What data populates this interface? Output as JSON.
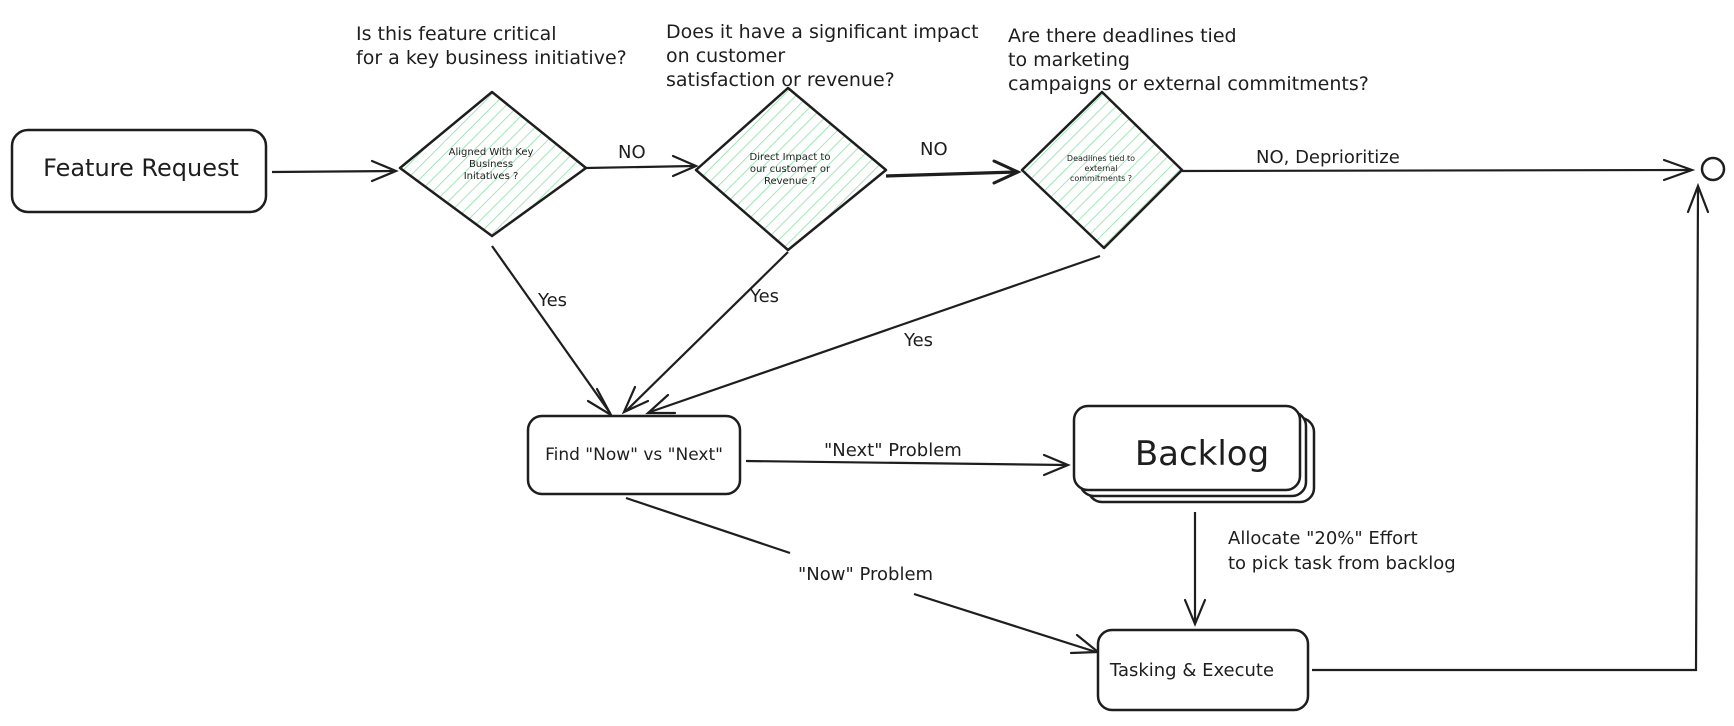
{
  "nodes": {
    "feature_request": "Feature Request",
    "decision1": [
      "Aligned With Key",
      "Business",
      "Initatives ?"
    ],
    "decision2": [
      "Direct Impact to",
      "our customer or",
      "Revenue ?"
    ],
    "decision3": [
      "Deadlines tied to",
      "external",
      "commitments ?"
    ],
    "find_now_next": "Find \"Now\" vs \"Next\"",
    "backlog": "Backlog",
    "tasking_execute": "Tasking & Execute"
  },
  "questions": {
    "q1": [
      "Is this feature critical",
      "for a key business initiative?"
    ],
    "q2": [
      "Does it have a significant impact",
      "on customer",
      "satisfaction or revenue?"
    ],
    "q3": [
      "Are there deadlines tied",
      "to marketing",
      "campaigns or external commitments?"
    ]
  },
  "edge_labels": {
    "no_1": "NO",
    "no_2": "NO",
    "no_deprioritize": "NO, Deprioritize",
    "yes_1": "Yes",
    "yes_2": "Yes",
    "yes_3": "Yes",
    "next_problem": "\"Next\" Problem",
    "now_problem": "\"Now\" Problem",
    "allocate": [
      "Allocate \"20%\" Effort",
      "to pick task from backlog"
    ]
  },
  "colors": {
    "stroke": "#1e1e1e",
    "hatch": "#8ce0a6",
    "background": "#ffffff"
  }
}
